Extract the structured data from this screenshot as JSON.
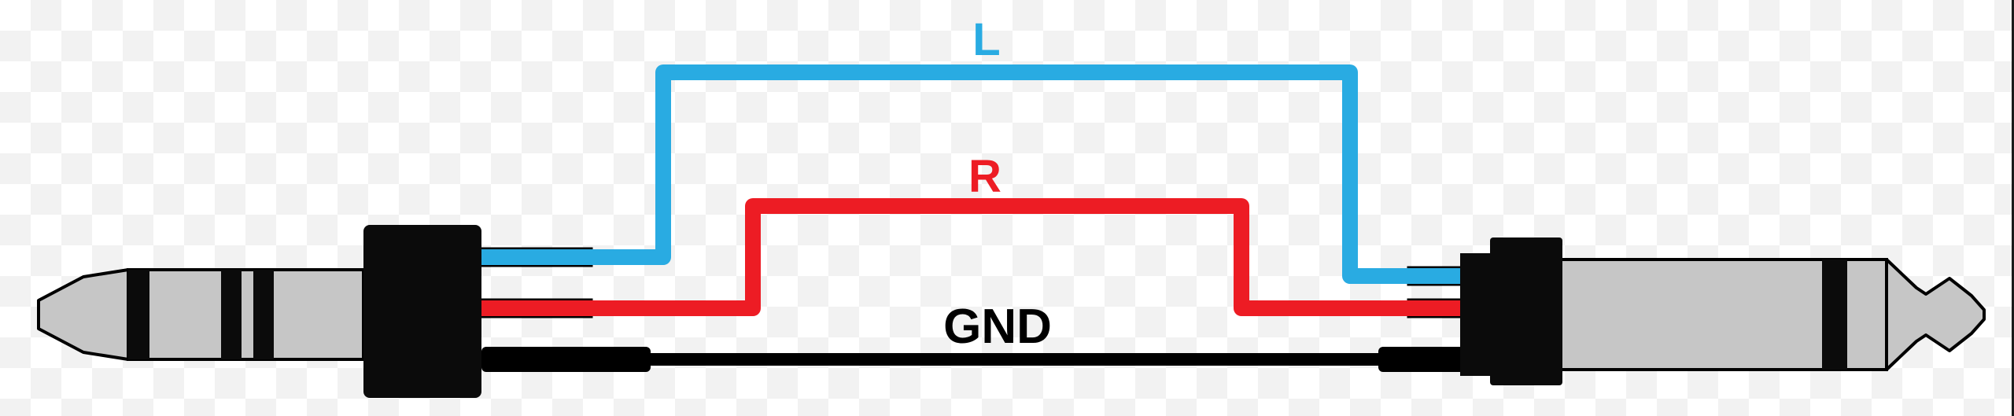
{
  "diagram": {
    "wires": [
      {
        "name": "left-channel",
        "label": "L",
        "color": "#29ABE2"
      },
      {
        "name": "right-channel",
        "label": "R",
        "color": "#ED1C24"
      },
      {
        "name": "ground",
        "label": "GND",
        "color": "#000000"
      }
    ],
    "colors": {
      "metal": "#C6C6C6",
      "body": "#0B0B0B",
      "outline": "#000000",
      "lead_fill": "#FFFFFF",
      "background": "#FFFFFF",
      "checker": "#F2F2F2"
    }
  }
}
